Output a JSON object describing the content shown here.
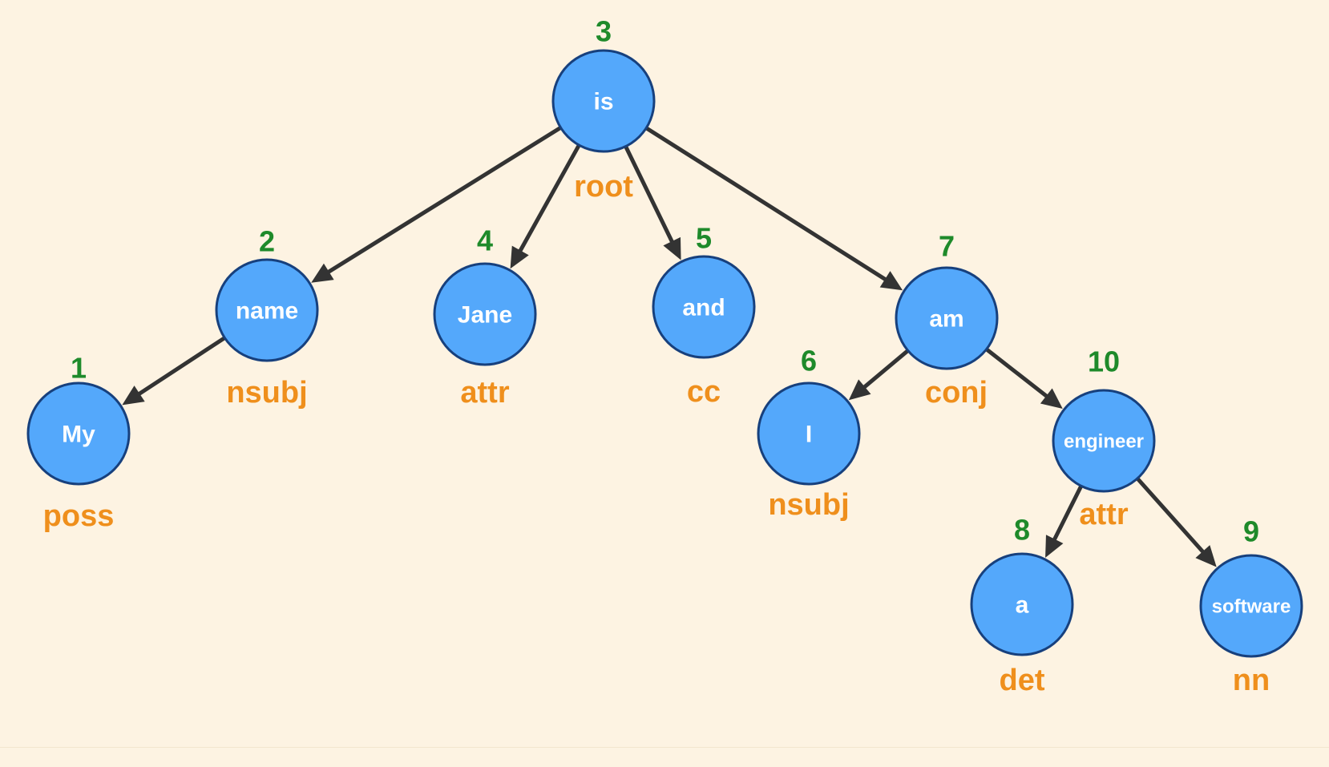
{
  "diagram": {
    "type": "dependency-tree",
    "nodes": [
      {
        "id": 1,
        "index": "1",
        "word": "My",
        "relation": "poss"
      },
      {
        "id": 2,
        "index": "2",
        "word": "name",
        "relation": "nsubj"
      },
      {
        "id": 3,
        "index": "3",
        "word": "is",
        "relation": "root"
      },
      {
        "id": 4,
        "index": "4",
        "word": "Jane",
        "relation": "attr"
      },
      {
        "id": 5,
        "index": "5",
        "word": "and",
        "relation": "cc"
      },
      {
        "id": 6,
        "index": "6",
        "word": "I",
        "relation": "nsubj"
      },
      {
        "id": 7,
        "index": "7",
        "word": "am",
        "relation": "conj"
      },
      {
        "id": 8,
        "index": "8",
        "word": "a",
        "relation": "det"
      },
      {
        "id": 9,
        "index": "9",
        "word": "software",
        "relation": "nn"
      },
      {
        "id": 10,
        "index": "10",
        "word": "engineer",
        "relation": "attr"
      }
    ],
    "edges": [
      {
        "from": 3,
        "to": 2
      },
      {
        "from": 3,
        "to": 4
      },
      {
        "from": 3,
        "to": 5
      },
      {
        "from": 3,
        "to": 7
      },
      {
        "from": 2,
        "to": 1
      },
      {
        "from": 7,
        "to": 6
      },
      {
        "from": 7,
        "to": 10
      },
      {
        "from": 10,
        "to": 8
      },
      {
        "from": 10,
        "to": 9
      }
    ],
    "colors": {
      "background": "#fdf3e2",
      "node_fill": "#54a8fb",
      "node_stroke": "#17407d",
      "node_text": "#ffffff",
      "index_text": "#1e8a2a",
      "relation_text": "#ef8f1c",
      "edge": "#333333"
    }
  }
}
